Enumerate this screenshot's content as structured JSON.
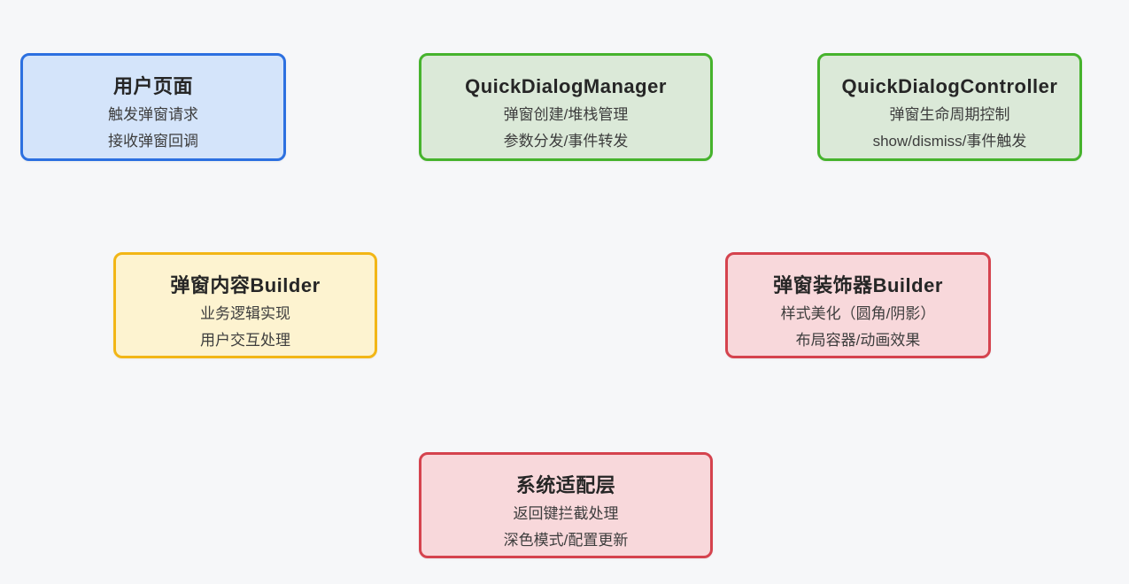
{
  "palette": {
    "blue": {
      "fill": "#d4e4fa",
      "border": "#2c70e0"
    },
    "green": {
      "fill": "#dbe9d8",
      "border": "#46b32d"
    },
    "yellow": {
      "fill": "#fdf3d0",
      "border": "#f2b616"
    },
    "red": {
      "fill": "#f8d8db",
      "border": "#d5434e"
    },
    "background": "#f6f7f9",
    "title_text": "#262626",
    "body_text": "#3d3d3d"
  },
  "nodes": [
    {
      "id": "user-page",
      "color": "blue",
      "title": "用户页面",
      "lines": [
        "触发弹窗请求",
        "接收弹窗回调"
      ]
    },
    {
      "id": "quick-dialog-manager",
      "color": "green",
      "title": "QuickDialogManager",
      "lines": [
        "弹窗创建/堆栈管理",
        "参数分发/事件转发"
      ]
    },
    {
      "id": "quick-dialog-controller",
      "color": "green",
      "title": "QuickDialogController",
      "lines": [
        "弹窗生命周期控制",
        "show/dismiss/事件触发"
      ]
    },
    {
      "id": "dialog-content-builder",
      "color": "yellow",
      "title": "弹窗内容Builder",
      "lines": [
        "业务逻辑实现",
        "用户交互处理"
      ]
    },
    {
      "id": "dialog-decorator-builder",
      "color": "red",
      "title": "弹窗装饰器Builder",
      "lines": [
        "样式美化（圆角/阴影）",
        "布局容器/动画效果"
      ]
    },
    {
      "id": "system-adapter-layer",
      "color": "red",
      "title": "系统适配层",
      "lines": [
        "返回键拦截处理",
        "深色模式/配置更新"
      ]
    }
  ]
}
